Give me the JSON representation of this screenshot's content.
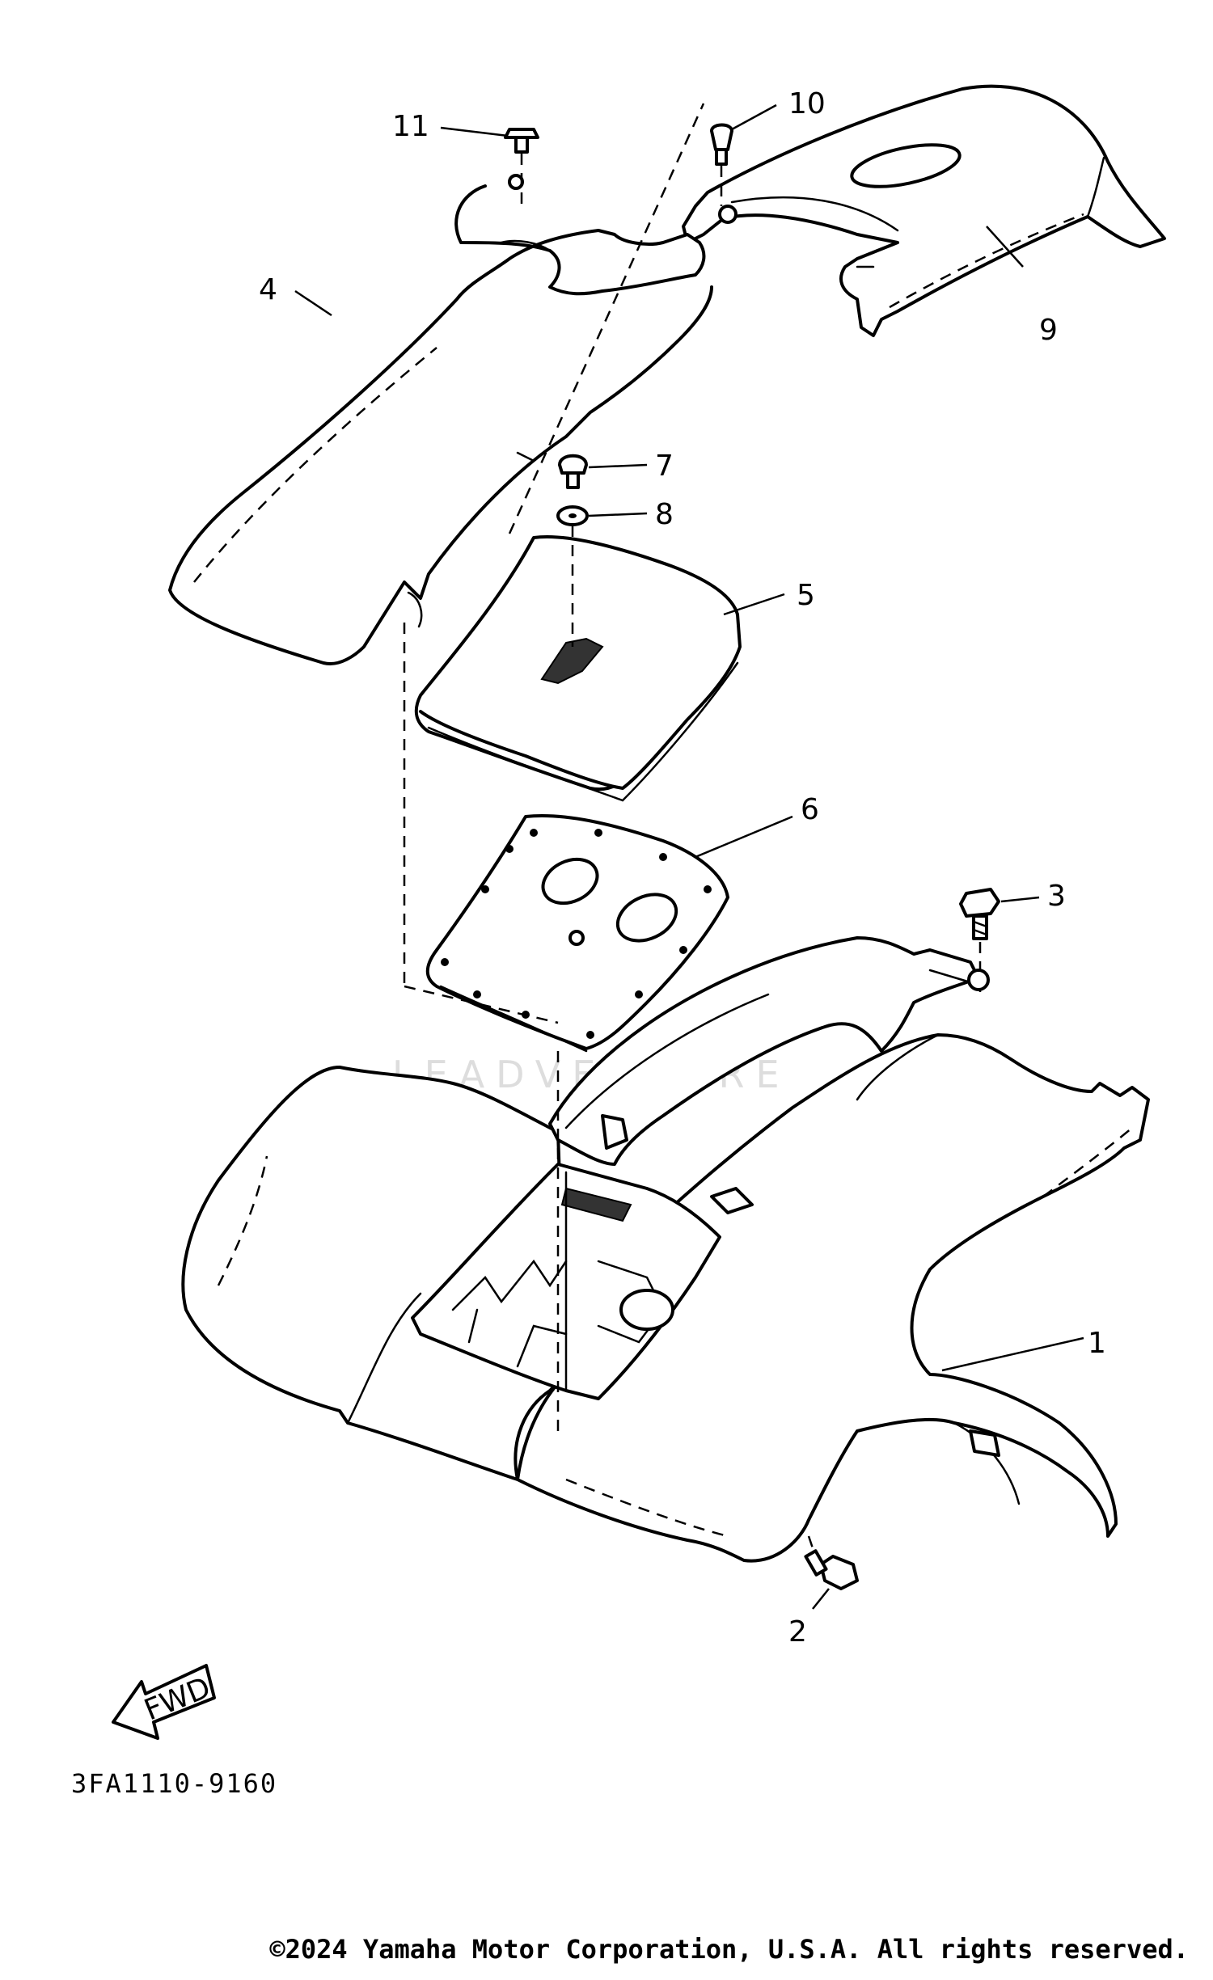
{
  "diagram": {
    "callouts": [
      "1",
      "2",
      "3",
      "4",
      "5",
      "6",
      "7",
      "8",
      "9",
      "10",
      "11"
    ],
    "fwd_label": "FWD",
    "part_code": "3FA1110-9160",
    "watermark": "LEADVENTURE",
    "copyright": "©2024 Yamaha Motor Corporation, U.S.A. All rights reserved."
  }
}
